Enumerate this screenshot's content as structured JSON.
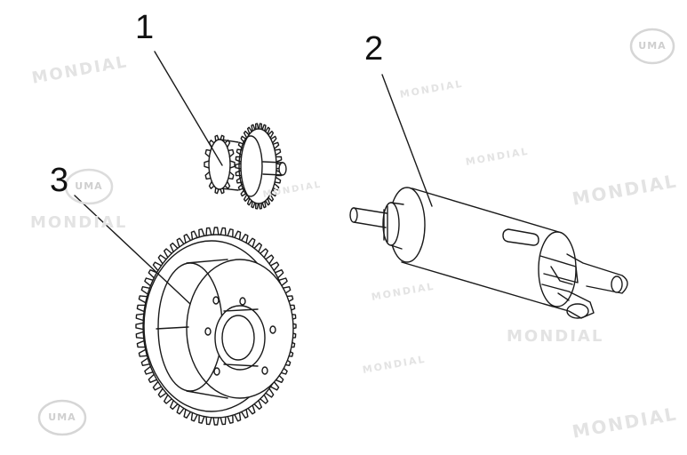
{
  "watermark": {
    "text": "MONDIAL",
    "logo_text": "UMA"
  },
  "callouts": [
    {
      "label": "1"
    },
    {
      "label": "2"
    },
    {
      "label": "3"
    }
  ],
  "colors": {
    "line": "#1a1a1a",
    "watermark": "#e3e3e3"
  }
}
